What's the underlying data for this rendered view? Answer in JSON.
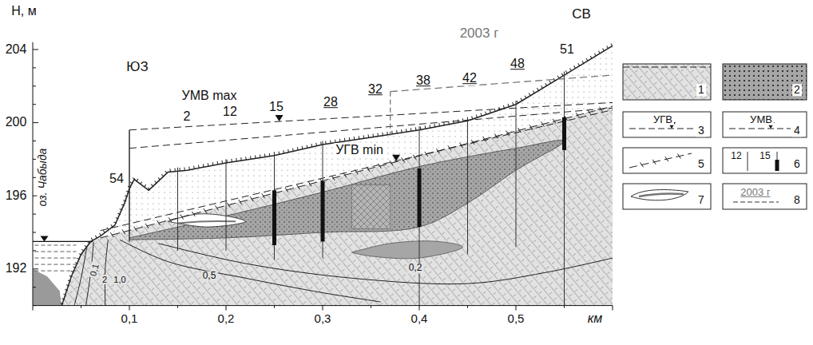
{
  "diagram": {
    "labels": [
      "Н, м",
      "204",
      "200",
      "196",
      "192",
      "СВ",
      "ЮЗ",
      "2003 г",
      "51",
      "48",
      "42",
      "38",
      "32",
      "28",
      "15",
      "12",
      "2",
      "54",
      "УМВ max",
      "УГВ min",
      "оз. Чабыда",
      "0,1",
      "0,2",
      "0,3",
      "0,4",
      "0,5",
      "км",
      "0,1",
      "2",
      "1,0",
      "0,5",
      "0,2",
      "УГВ",
      "УМВ",
      "12",
      "15",
      "2003 г"
    ],
    "legend": [
      {
        "text": "1"
      },
      {
        "text": "2",
        "color": "#a6a6a6"
      },
      {
        "text": "3"
      },
      {
        "text": "4"
      },
      {
        "text": "5"
      },
      {
        "text": "6"
      },
      {
        "text": "7"
      },
      {
        "text": "8"
      }
    ]
  }
}
